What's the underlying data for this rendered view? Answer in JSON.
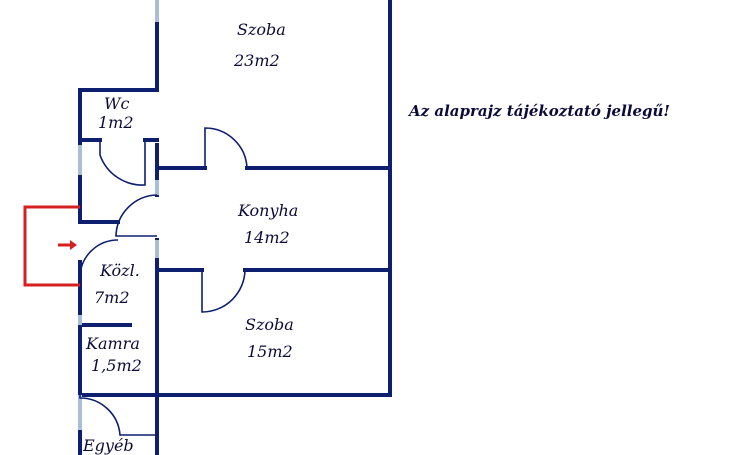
{
  "note": "Az alaprajz tájékoztató jellegű!",
  "rooms": [
    {
      "name": "Szoba",
      "area": "23m2"
    },
    {
      "name": "Wc",
      "area": "1m2"
    },
    {
      "name": "Konyha",
      "area": "14m2"
    },
    {
      "name": "Közl.",
      "area": "7m2"
    },
    {
      "name": "Szoba",
      "area": "15m2"
    },
    {
      "name": "Kamra",
      "area": "1,5m2"
    },
    {
      "name": "Egyéb",
      "area": ""
    }
  ],
  "colors": {
    "wall": "#0d1f6e",
    "entry": "#d42020",
    "window": "#a9bfd6"
  },
  "icons": {
    "entry": "arrow-right-icon"
  }
}
